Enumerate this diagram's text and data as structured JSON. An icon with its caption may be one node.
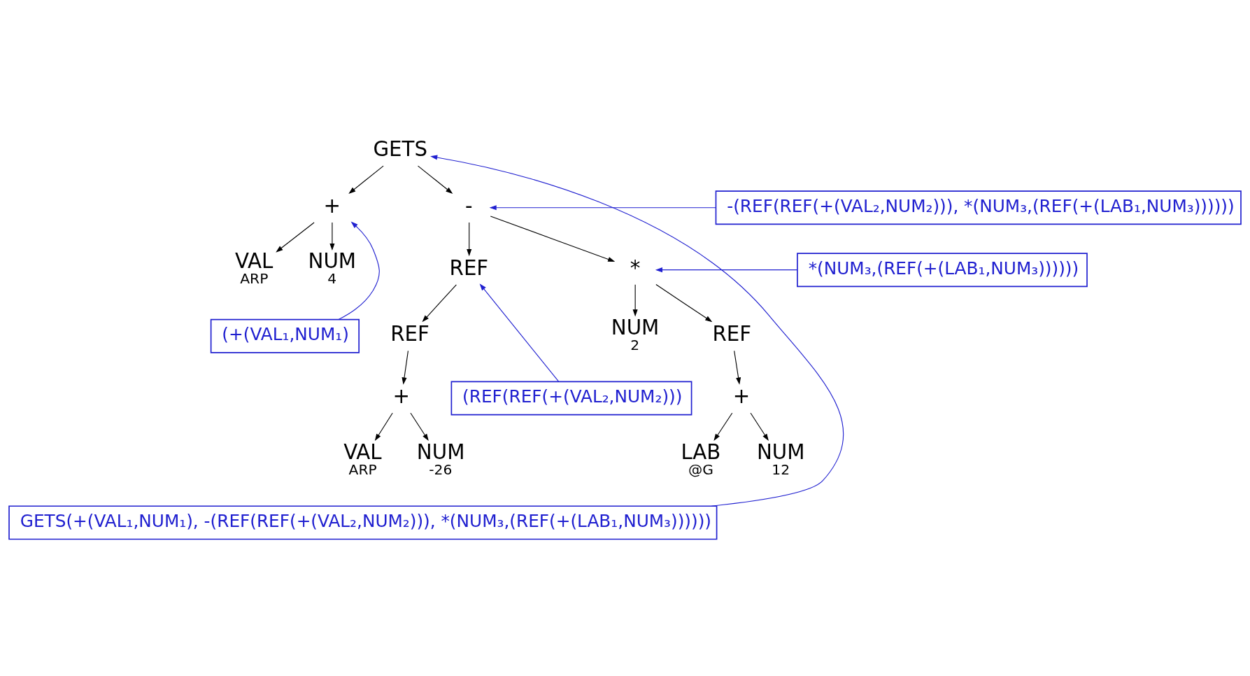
{
  "diagram": {
    "nodes": [
      {
        "text": [
          "GETS"
        ]
      },
      {
        "text": [
          "+"
        ]
      },
      {
        "text": [
          "-"
        ]
      },
      {
        "text": [
          "VAL",
          "ARP"
        ]
      },
      {
        "text": [
          "NUM",
          "4"
        ]
      },
      {
        "text": [
          "REF"
        ]
      },
      {
        "text": [
          "*"
        ]
      },
      {
        "text": [
          "REF"
        ]
      },
      {
        "text": [
          "NUM",
          "2"
        ]
      },
      {
        "text": [
          "REF"
        ]
      },
      {
        "text": [
          "+"
        ]
      },
      {
        "text": [
          "+"
        ]
      },
      {
        "text": [
          "VAL",
          "ARP"
        ]
      },
      {
        "text": [
          "NUM",
          "-26"
        ]
      },
      {
        "text": [
          "LAB",
          "@G"
        ]
      },
      {
        "text": [
          "NUM",
          "12"
        ]
      },
      {
        "text": [
          "-(REF(REF(+(VAL₂,NUM₂))), *(NUM₃,(REF(+(LAB₁,NUM₃))))))"
        ]
      },
      {
        "text": [
          "*(NUM₃,(REF(+(LAB₁,NUM₃))))))"
        ]
      },
      {
        "text": [
          "(+(VAL₁,NUM₁)"
        ]
      },
      {
        "text": [
          "(REF(REF(+(VAL₂,NUM₂)))"
        ]
      },
      {
        "text": [
          "GETS(+(VAL₁,NUM₁), -(REF(REF(+(VAL₂,NUM₂))), *(NUM₃,(REF(+(LAB₁,NUM₃))))))"
        ]
      }
    ],
    "edges": [
      {
        "from": 0,
        "to": 1,
        "arrow": "to"
      },
      {
        "from": 0,
        "to": 2,
        "arrow": "to"
      },
      {
        "from": 1,
        "to": 3,
        "arrow": "to"
      },
      {
        "from": 1,
        "to": 4,
        "arrow": "to"
      },
      {
        "from": 2,
        "to": 5,
        "arrow": "to"
      },
      {
        "from": 2,
        "to": 6,
        "arrow": "to"
      },
      {
        "from": 5,
        "to": 7,
        "arrow": "to"
      },
      {
        "from": 6,
        "to": 8,
        "arrow": "to"
      },
      {
        "from": 6,
        "to": 9,
        "arrow": "to"
      },
      {
        "from": 7,
        "to": 10,
        "arrow": "to"
      },
      {
        "from": 9,
        "to": 11,
        "arrow": "to"
      },
      {
        "from": 10,
        "to": 12,
        "arrow": "to"
      },
      {
        "from": 10,
        "to": 13,
        "arrow": "to"
      },
      {
        "from": 11,
        "to": 14,
        "arrow": "to"
      },
      {
        "from": 11,
        "to": 15,
        "arrow": "to"
      },
      {
        "from": 16,
        "to": 2,
        "arrow": "to",
        "color": "#2020d0"
      },
      {
        "from": 17,
        "to": 6,
        "arrow": "to",
        "color": "#2020d0"
      },
      {
        "from": 18,
        "to": 1,
        "arrow": "to",
        "color": "#2020d0"
      },
      {
        "from": 19,
        "to": 5,
        "arrow": "to",
        "color": "#2020d0"
      },
      {
        "from": 20,
        "to": 0,
        "arrow": "to",
        "color": "#2020d0"
      }
    ]
  }
}
